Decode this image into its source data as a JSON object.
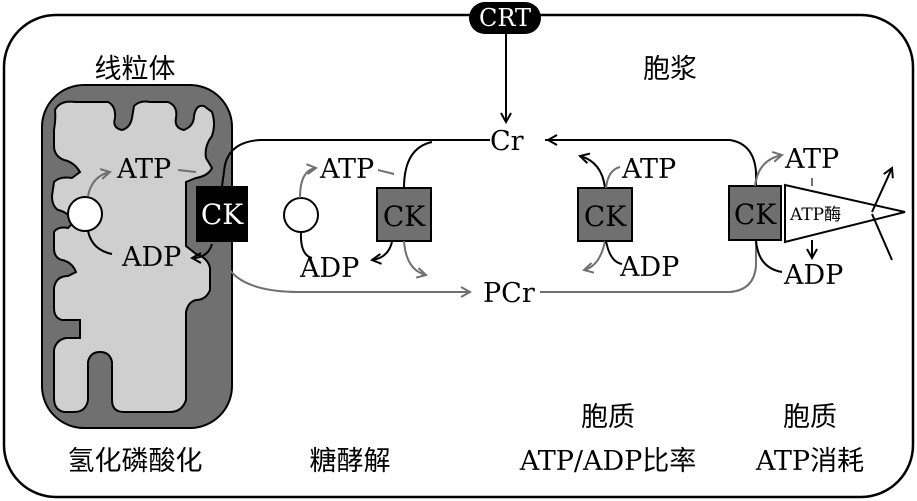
{
  "labels": {
    "crt": "CRT",
    "mitochondria": "线粒体",
    "cytoplasm": "胞浆",
    "cr": "Cr",
    "pcr": "PCr",
    "atp": "ATP",
    "adp": "ADP",
    "ck": "CK",
    "atpase": "ATP酶",
    "oxphos": "氢化磷酸化",
    "glycolysis": "糖酵解",
    "ratio_line1": "胞质",
    "ratio_line2": "ATP/ADP比率",
    "consumption_line1": "胞质",
    "consumption_line2": "ATP消耗"
  },
  "colors": {
    "mito_outer": "#707070",
    "mito_inner": "#cfcfcf",
    "ck_box": "#707070",
    "ck_black": "#000000",
    "gray_arrow": "#707070",
    "black_arrow": "#000000"
  }
}
